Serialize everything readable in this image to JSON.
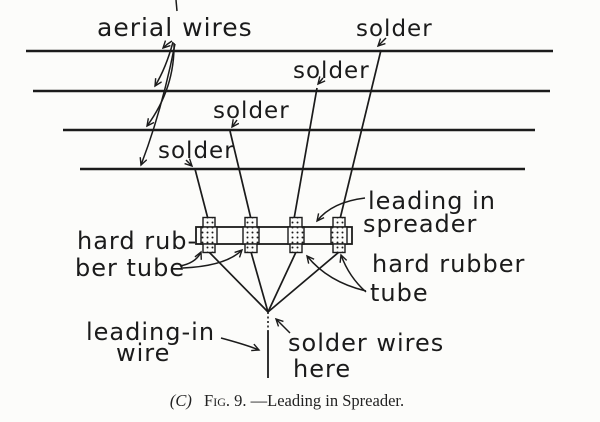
{
  "page": {
    "ink_color": "#1b1b1b",
    "paper_color": "#fcfcfa"
  },
  "diagram": {
    "labels": {
      "aerial_wires": "aerial wires",
      "solder_top": "solder",
      "solder_second": "solder",
      "solder_third": "solder",
      "solder_fourth": "solder",
      "leading_in_spreader": {
        "line1": "leading in",
        "line2": "spreader"
      },
      "hard_rubber_tube_left": {
        "line1": "hard rub-",
        "line2": "ber tube"
      },
      "hard_rubber_tube_right": {
        "line1": "hard rubber",
        "line2": "tube"
      },
      "leading_in_wire": {
        "line1": "leading-in",
        "line2": "wire"
      },
      "solder_wires_here": {
        "line1": "solder wires",
        "line2": "here"
      }
    },
    "caption": {
      "prefix": "(C)",
      "figure": "Fig. 9.",
      "title": "—Leading in Spreader."
    },
    "counts": {
      "aerial_wires": 4,
      "rubber_tubes": 4,
      "solder_labels": 4
    }
  }
}
